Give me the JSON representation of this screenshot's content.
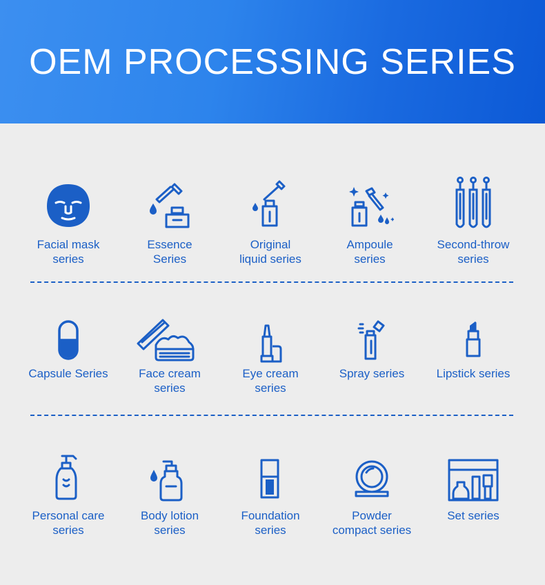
{
  "title": "OEM PROCESSING SERIES",
  "accent_color": "#1b5fc6",
  "banner_colors": [
    "#3c8ff0",
    "#0c59d6"
  ],
  "rows": [
    [
      {
        "icon": "face-mask-icon",
        "line1": "Facial mask",
        "line2": "series"
      },
      {
        "icon": "dropper-bottle-icon",
        "line1": "Essence",
        "line2": "Series"
      },
      {
        "icon": "liquid-bottle-icon",
        "line1": "Original",
        "line2": "liquid series"
      },
      {
        "icon": "ampoule-icon",
        "line1": "Ampoule",
        "line2": "series"
      },
      {
        "icon": "tubes-icon",
        "line1": "Second-throw",
        "line2": "series"
      }
    ],
    [
      {
        "icon": "capsule-icon",
        "line1": "Capsule Series",
        "line2": ""
      },
      {
        "icon": "cream-jar-icon",
        "line1": "Face cream",
        "line2": "series"
      },
      {
        "icon": "eye-cream-tube-icon",
        "line1": "Eye cream",
        "line2": "series"
      },
      {
        "icon": "spray-bottle-icon",
        "line1": "Spray series",
        "line2": ""
      },
      {
        "icon": "lipstick-icon",
        "line1": "Lipstick series",
        "line2": ""
      }
    ],
    [
      {
        "icon": "pump-bottle-icon",
        "line1": "Personal care",
        "line2": "series"
      },
      {
        "icon": "lotion-pump-icon",
        "line1": "Body lotion",
        "line2": "series"
      },
      {
        "icon": "foundation-bottle-icon",
        "line1": "Foundation",
        "line2": "series"
      },
      {
        "icon": "compact-mirror-icon",
        "line1": "Powder",
        "line2": "compact series"
      },
      {
        "icon": "gift-set-icon",
        "line1": "Set series",
        "line2": ""
      }
    ]
  ]
}
